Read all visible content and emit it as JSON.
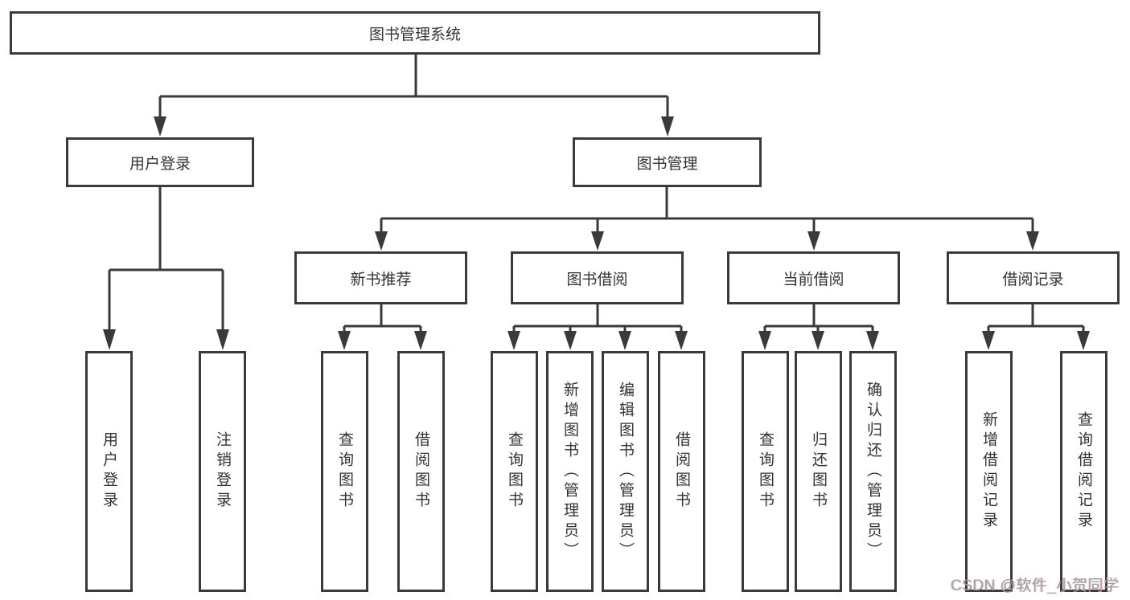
{
  "nodes": {
    "root": "图书管理系统",
    "level2": {
      "user_login": "用户登录",
      "book_management": "图书管理"
    },
    "level3": {
      "new_book_recommend": "新书推荐",
      "book_borrow": "图书借阅",
      "current_borrow": "当前借阅",
      "borrow_record": "借阅记录"
    },
    "leaves": [
      "用户登录",
      "注销登录",
      "查询图书",
      "借阅图书",
      "查询图书",
      "新增图书（管理员）",
      "编辑图书（管理员）",
      "借阅图书",
      "查询图书",
      "归还图书",
      "确认归还（管理员）",
      "新增借阅记录",
      "查询借阅记录"
    ]
  },
  "watermark": "CSDN @软件_小贺同学",
  "colors": {
    "line": "#3a3a3a",
    "box_border": "#3a3a3a",
    "text": "#333333",
    "background": "#ffffff",
    "watermark_gray": "#9f9f9f"
  }
}
